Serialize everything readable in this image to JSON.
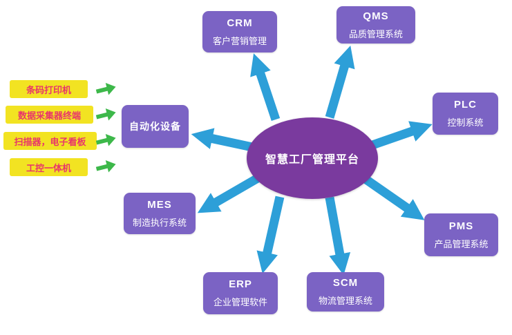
{
  "center": {
    "label": "智慧工厂管理平台"
  },
  "nodes": [
    {
      "id": "crm",
      "title": "CRM",
      "subtitle": "客户营销管理"
    },
    {
      "id": "qms",
      "title": "QMS",
      "subtitle": "品质管理系统"
    },
    {
      "id": "plc",
      "title": "PLC",
      "subtitle": "控制系统"
    },
    {
      "id": "pms",
      "title": "PMS",
      "subtitle": "产品管理系统"
    },
    {
      "id": "scm",
      "title": "SCM",
      "subtitle": "物流管理系统"
    },
    {
      "id": "erp",
      "title": "ERP",
      "subtitle": "企业管理软件"
    },
    {
      "id": "mes",
      "title": "MES",
      "subtitle": "制造执行系统"
    },
    {
      "id": "automation",
      "title": "自动化设备"
    }
  ],
  "devices": [
    {
      "label": "条码打印机"
    },
    {
      "label": "数据采集器终端"
    },
    {
      "label": "扫描器，电子看板"
    },
    {
      "label": "工控一体机"
    }
  ],
  "colors": {
    "node-purple": "#7b63c4",
    "center-purple": "#7a3a9e",
    "arrow-blue": "#2d9fd8",
    "device-yellow": "#f2e322",
    "device-text": "#e8356b",
    "green-arrow": "#3db84a"
  }
}
